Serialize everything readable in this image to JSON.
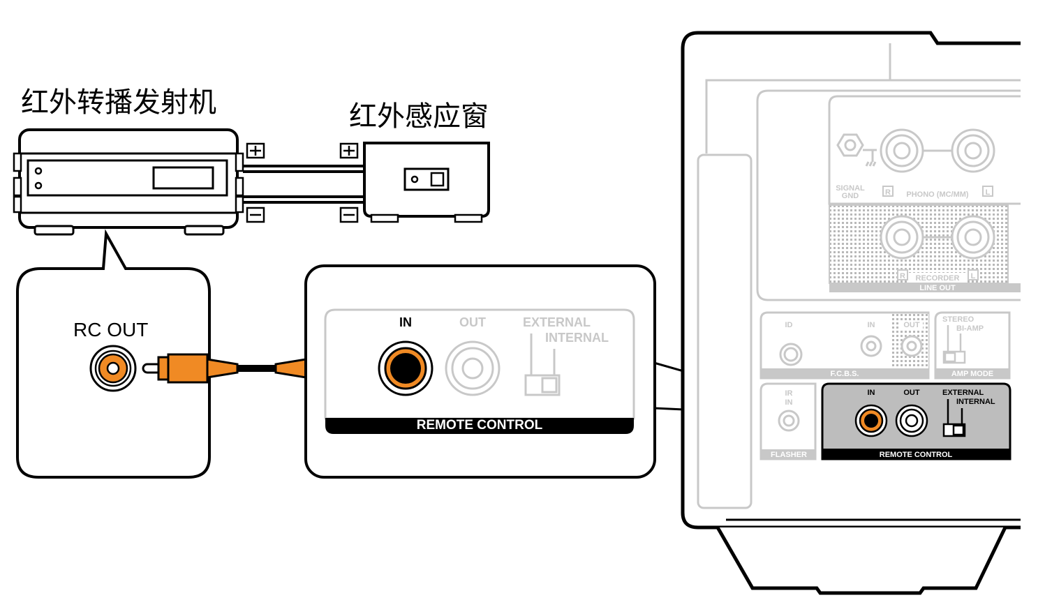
{
  "labels": {
    "ir_transmitter": "红外转播发射机",
    "ir_sensor": "红外感应窗",
    "rc_out": "RC OUT",
    "plus": "+",
    "minus": "−"
  },
  "zoom_panel": {
    "in": "IN",
    "out": "OUT",
    "external": "EXTERNAL",
    "internal": "INTERNAL",
    "remote_control": "REMOTE CONTROL"
  },
  "rear_panel": {
    "signal_gnd_1": "SIGNAL",
    "signal_gnd_2": "GND",
    "phono": "PHONO (MC/MM)",
    "r": "R",
    "l": "L",
    "recorder": "RECORDER",
    "line_out": "LINE OUT",
    "id": "ID",
    "fcbs_in": "IN",
    "fcbs_out": "OUT",
    "fcbs": "F.C.B.S.",
    "stereo": "STEREO",
    "bi_amp": "BI-AMP",
    "amp_mode": "AMP MODE",
    "ir": "IR",
    "ir_in": "IN",
    "flasher": "FLASHER",
    "rc_in": "IN",
    "rc_out": "OUT",
    "external": "EXTERNAL",
    "internal": "INTERNAL",
    "remote_control": "REMOTE CONTROL"
  },
  "colors": {
    "accent_orange": "#f08a24",
    "line": "#000000",
    "faded": "#c8c8c8",
    "panel_gray": "#bdbdbd"
  }
}
